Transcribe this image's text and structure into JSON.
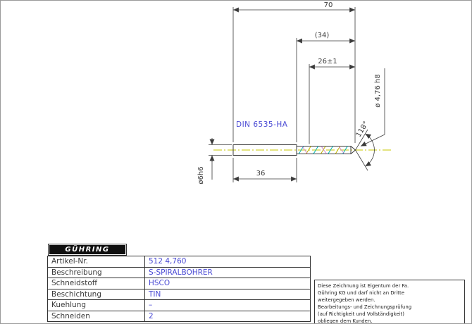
{
  "drawing": {
    "standard_label": "DIN 6535-HA",
    "dimensions": {
      "overall_length": "70",
      "flute_length_ref": "(34)",
      "usable_length": "26±1",
      "cutting_diameter": "ø 4,76 h8",
      "point_angle": "118°",
      "shank_length": "36",
      "shank_diameter": "ø6h6"
    },
    "colors": {
      "line": "#3a3a3a",
      "label_blue": "#4a4ad4",
      "flute_cyan": "#00b4b4",
      "flute_yellow": "#c2b400",
      "centerline_yellow": "#c9c900"
    }
  },
  "title_block": {
    "brand": "GÜHRING",
    "rows": [
      {
        "label": "Artikel-Nr.",
        "value": "512 4,760"
      },
      {
        "label": "Beschreibung",
        "value": "S-SPIRALBOHRER"
      },
      {
        "label": "Schneidstoff",
        "value": "HSCO"
      },
      {
        "label": "Beschichtung",
        "value": "TIN"
      },
      {
        "label": "Kuehlung",
        "value": "–"
      },
      {
        "label": "Schneiden",
        "value": "2"
      }
    ]
  },
  "disclaimer": {
    "text": "Diese Zeichnung ist Eigentum der Fa.\nGühring KG und darf nicht an Dritte\nweitergegeben werden.\nBearbeitungs- und Zeichnungsprüfung\n(auf Richtigkeit und Vollständigkeit)\nobliegen dem Kunden."
  }
}
